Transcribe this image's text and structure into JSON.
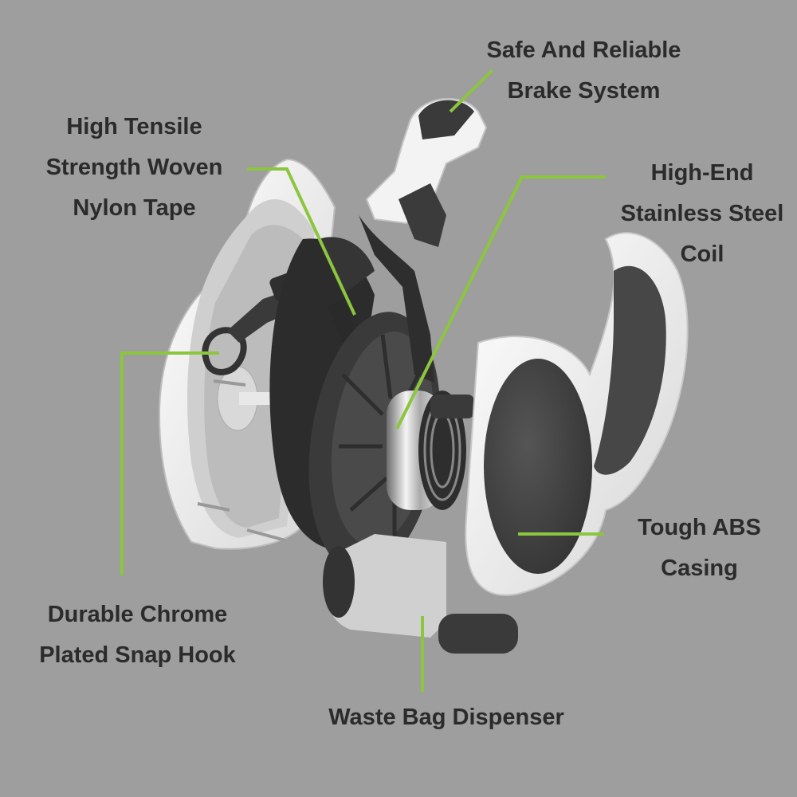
{
  "colors": {
    "background": "#9d9e9d",
    "leader_line": "#8cc63f",
    "label_text": "#2b2b2b",
    "casing_white": "#f2f2f2",
    "casing_dark": "#3c3c3c"
  },
  "labels": {
    "brake": {
      "lines": [
        "Safe And Reliable",
        "Brake System"
      ]
    },
    "tape": {
      "lines": [
        "High Tensile",
        "Strength Woven",
        "Nylon Tape"
      ]
    },
    "coil": {
      "lines": [
        "High-End",
        "Stainless Steel",
        "Coil"
      ]
    },
    "casing": {
      "lines": [
        "Tough ABS",
        "Casing"
      ]
    },
    "hook": {
      "lines": [
        "Durable Chrome",
        "Plated Snap Hook"
      ]
    },
    "dispenser": {
      "lines": [
        "Waste Bag Dispenser"
      ]
    }
  },
  "icons": {
    "product": "retractable-leash-exploded-view-icon"
  }
}
